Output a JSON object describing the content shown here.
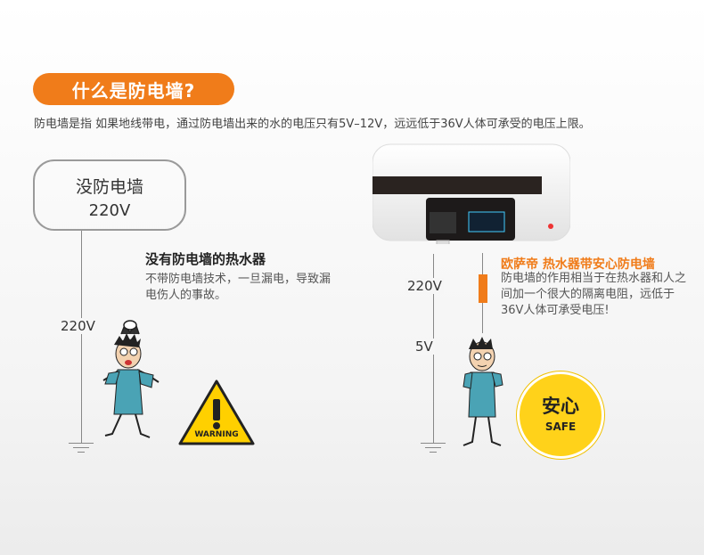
{
  "title": "什么是防电墙?",
  "intro": "防电墙是指 如果地线带电，通过防电墙出来的水的电压只有5V–12V，远远低于36V人体可承受的电压上限。",
  "left": {
    "box_title": "没防电墙",
    "box_voltage": "220V",
    "line_voltage": "220V",
    "heading": "没有防电墙的热水器",
    "description": "不带防电墙技术，一旦漏电，导致漏电伤人的事故。",
    "warning_label": "WARNING"
  },
  "right": {
    "upper_voltage": "220V",
    "lower_voltage": "5V",
    "heading": "欧萨帝 热水器带安心防电墙",
    "description": "防电墙的作用相当于在热水器和人之间加一个很大的隔离电阻，远低于36V人体可承受电压!",
    "safe_cn": "安心",
    "safe_en": "SAFE"
  },
  "colors": {
    "accent": "#f07c1a",
    "safe": "#ffd21a",
    "warning": "#ffd000"
  }
}
